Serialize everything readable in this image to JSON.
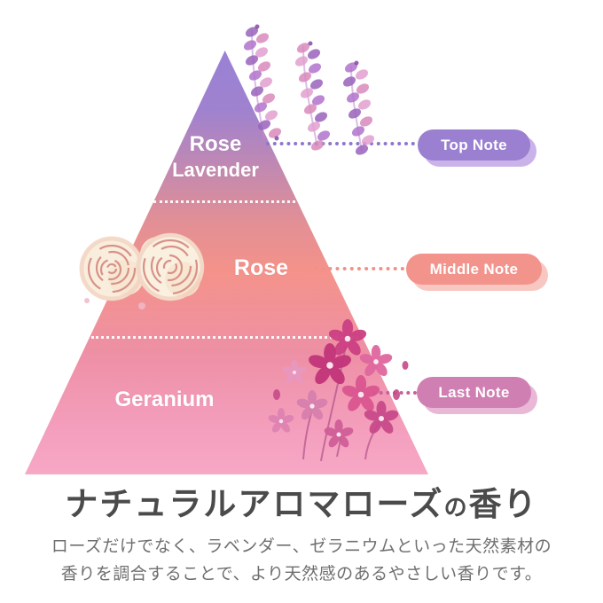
{
  "page": {
    "background_color": "#ffffff"
  },
  "pyramid": {
    "gradient_top_color": "#9a81d5",
    "gradient_middle_color": "#f4928a",
    "gradient_bottom_color": "#f6a8c5",
    "levels": [
      {
        "ingredients": [
          "Rose",
          "Lavender"
        ],
        "note_label": "Top Note",
        "note_color": "#9b7fd0",
        "note_shadow_color": "#cab3e8"
      },
      {
        "ingredients": [
          "Rose"
        ],
        "note_label": "Middle Note",
        "note_color": "#f2938c",
        "note_shadow_color": "#f9c7c1"
      },
      {
        "ingredients": [
          "Geranium"
        ],
        "note_label": "Last Note",
        "note_color": "#d07fb2",
        "note_shadow_color": "#e8b8d6"
      }
    ]
  },
  "illustrations": [
    {
      "name": "lavender-illustration"
    },
    {
      "name": "rose-illustration"
    },
    {
      "name": "geranium-illustration"
    }
  ],
  "title": {
    "main": "ナチュラルアロマローズ",
    "particle": "の",
    "suffix": "香り"
  },
  "description": {
    "line1": "ローズだけでなく、ラベンダー、ゼラニウムといった天然素材の",
    "line2": "香りを調合することで、より天然感のあるやさしい香りです。"
  }
}
